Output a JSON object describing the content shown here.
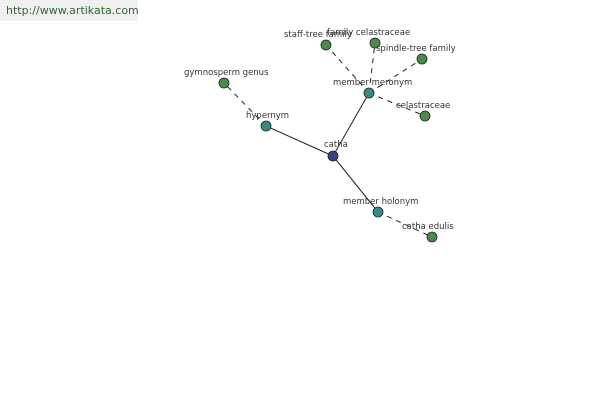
{
  "header": {
    "url": "http://www.artikata.com"
  },
  "graph": {
    "nodes": [
      {
        "id": "catha",
        "label": "catha",
        "color": "#334488"
      },
      {
        "id": "hypernym",
        "label": "hypernym",
        "color": "#3a8a8a"
      },
      {
        "id": "member-meronym",
        "label": "member meronym",
        "color": "#3a8a8a"
      },
      {
        "id": "member-holonym",
        "label": "member holonym",
        "color": "#3a8a8a"
      },
      {
        "id": "gymnosperm-genus",
        "label": "gymnosperm genus",
        "color": "#4a8a4a"
      },
      {
        "id": "staff-tree-family",
        "label": "staff-tree family",
        "color": "#4a8a4a"
      },
      {
        "id": "family-celastraceae",
        "label": "family celastraceae",
        "color": "#4a8a4a"
      },
      {
        "id": "spindle-tree-family",
        "label": "spindle-tree family",
        "color": "#4a8a4a"
      },
      {
        "id": "celastraceae",
        "label": "celastraceae",
        "color": "#4a8a4a"
      },
      {
        "id": "catha-edulis",
        "label": "catha edulis",
        "color": "#4a8a4a"
      }
    ],
    "edges": [
      {
        "from": "catha",
        "to": "hypernym",
        "style": "solid"
      },
      {
        "from": "catha",
        "to": "member-meronym",
        "style": "solid"
      },
      {
        "from": "catha",
        "to": "member-holonym",
        "style": "solid"
      },
      {
        "from": "hypernym",
        "to": "gymnosperm-genus",
        "style": "dashed"
      },
      {
        "from": "member-meronym",
        "to": "staff-tree-family",
        "style": "dashed"
      },
      {
        "from": "member-meronym",
        "to": "family-celastraceae",
        "style": "dashed"
      },
      {
        "from": "member-meronym",
        "to": "spindle-tree-family",
        "style": "dashed"
      },
      {
        "from": "member-meronym",
        "to": "celastraceae",
        "style": "dashed"
      },
      {
        "from": "member-holonym",
        "to": "catha-edulis",
        "style": "dashed"
      }
    ]
  }
}
